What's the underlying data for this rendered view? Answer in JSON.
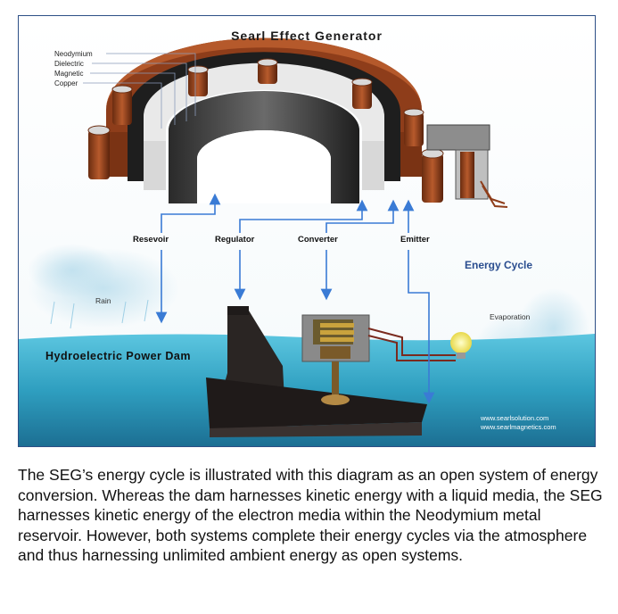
{
  "figure": {
    "title": "Searl Effect Generator",
    "materials": [
      "Neodymium",
      "Dielectric",
      "Magnetic",
      "Copper"
    ],
    "systems": {
      "reservoir": "Resevoir",
      "regulator": "Regulator",
      "converter": "Converter",
      "emitter": "Emitter"
    },
    "rain": "Rain",
    "evaporation": "Evaporation",
    "dam": "Hydroelectric Power Dam",
    "cycle": "Energy Cycle",
    "urls": [
      "www.searlsolution.com",
      "www.searlmagnetics.com"
    ],
    "colors": {
      "copper": "#a24a22",
      "water": "#35a9c9",
      "arrow": "#3a7bd5",
      "border": "#2d4f86"
    }
  },
  "caption": "The SEG’s energy cycle is illustrated with this diagram as an open system of energy conversion. Whereas the dam harnesses kinetic energy with a liquid media, the SEG harnesses kinetic energy of the electron media within the Neodymium metal reservoir. However, both systems complete their energy cycles via the atmosphere and thus harnessing unlimited ambient energy as open systems."
}
